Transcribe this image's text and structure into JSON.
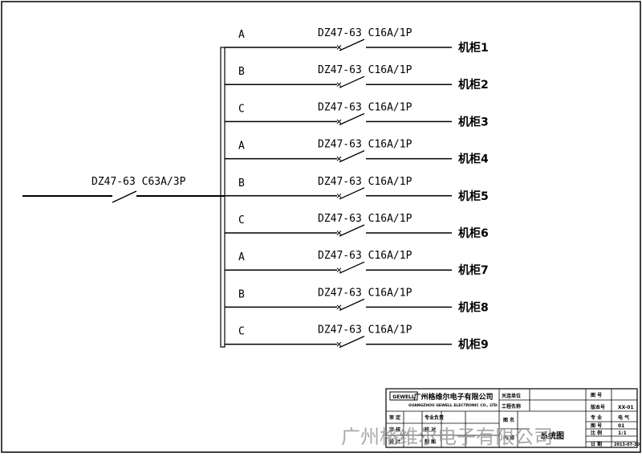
{
  "main_breaker": {
    "label": "DZ47-63 C63A/3P"
  },
  "branches": [
    {
      "phase": "A",
      "breaker": "DZ47-63 C16A/1P",
      "load": "机柜1"
    },
    {
      "phase": "B",
      "breaker": "DZ47-63 C16A/1P",
      "load": "机柜2"
    },
    {
      "phase": "C",
      "breaker": "DZ47-63 C16A/1P",
      "load": "机柜3"
    },
    {
      "phase": "A",
      "breaker": "DZ47-63 C16A/1P",
      "load": "机柜4"
    },
    {
      "phase": "B",
      "breaker": "DZ47-63 C16A/1P",
      "load": "机柜5"
    },
    {
      "phase": "C",
      "breaker": "DZ47-63 C16A/1P",
      "load": "机柜6"
    },
    {
      "phase": "A",
      "breaker": "DZ47-63 C16A/1P",
      "load": "机柜7"
    },
    {
      "phase": "B",
      "breaker": "DZ47-63 C16A/1P",
      "load": "机柜8"
    },
    {
      "phase": "C",
      "breaker": "DZ47-63 C16A/1P",
      "load": "机柜9"
    }
  ],
  "title_block": {
    "logo_text": "GEWELL",
    "company_cn": "广州格维尔电子有限公司",
    "company_en": "GUANGZHOU GEWELL ELECTRONIC CO., LTD.",
    "fields": {
      "project_unit": "关连单位",
      "project_name": "工程名称",
      "design": "审 定",
      "check": "审 核",
      "draw": "设 计",
      "professional": "专业负责",
      "proofread": "校 对",
      "drafter": "制 图",
      "drawing_name_label": "图 名",
      "content_label": "内 容",
      "drawing_name": "系统图",
      "drawing_no_label": "图 号",
      "version_label": "版本号",
      "version": "XX-01",
      "discipline_label": "专 业",
      "discipline": "电 气",
      "sheet_label": "图 号",
      "sheet": "01",
      "scale_label": "比 例",
      "scale": "1:1",
      "date_label": "日 期",
      "date": "2013-07-30"
    }
  },
  "watermark": "广州格维尔电子有限公司"
}
